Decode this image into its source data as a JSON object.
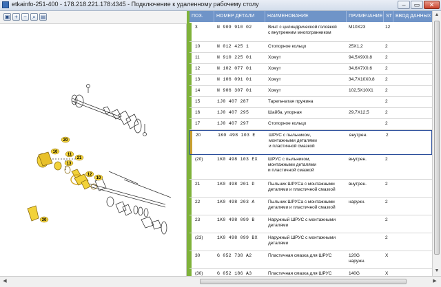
{
  "window": {
    "title": "etkainfo-251-400 - 178.218.221.178:4345 - Подключение к удаленному рабочему столу"
  },
  "table": {
    "headers": {
      "pos": "ПОЗ.",
      "part": "НОМЕР ДЕТАЛИ",
      "name": "НАИМЕНОВАНИЕ",
      "note": "ПРИМЕЧАНИЕ",
      "st": "ST",
      "input": "ВВОД ДАННЫХ"
    },
    "rows": [
      {
        "pos": "3",
        "part": "N  909 910 02",
        "name": "Винт с цилиндрической головкой\nс внутренним многогранником",
        "note": "M10X23",
        "st": "12"
      },
      {
        "pos": "10",
        "part": "N  012 425 1",
        "name": "Стопорное кольцо",
        "note": "25X1,2",
        "st": "2"
      },
      {
        "pos": "11",
        "part": "N  910 225 01",
        "name": "Хомут",
        "note": "94,5X9X0,8",
        "st": "2"
      },
      {
        "pos": "12",
        "part": "N  102 077 01",
        "name": "Хомут",
        "note": "34,6X7X0,6",
        "st": "2"
      },
      {
        "pos": "13",
        "part": "N  106 091 01",
        "name": "Хомут",
        "note": "34,7X10X0,8",
        "st": "2"
      },
      {
        "pos": "14",
        "part": "N  906 307 01",
        "name": "Хомут",
        "note": "102,5X10X1",
        "st": "2"
      },
      {
        "pos": "15",
        "part": "1J0 407 287",
        "name": "Тарельчатая пружина",
        "note": "",
        "st": "2"
      },
      {
        "pos": "16",
        "part": "1J0 407 295",
        "name": "Шайба, упорная",
        "note": "29,7X12,5",
        "st": "2"
      },
      {
        "pos": "17",
        "part": "1J0 407 297",
        "name": "Стопорное кольцо",
        "note": "",
        "st": "2"
      },
      {
        "pos": "20",
        "part": "1K0 498 103 E",
        "name": "ШРУС с пыльником,\nмонтажными деталями\nи пластичной смазкой",
        "note": "внутрен.",
        "st": "2"
      },
      {
        "pos": "(20)",
        "part": "1K0 498 103 EX",
        "name": "ШРУС с пыльником,\nмонтажными деталями\nи пластичной смазкой",
        "note": "внутрен.",
        "st": "2"
      },
      {
        "pos": "21",
        "part": "1K0 498 201 D",
        "name": "Пыльник ШРУСа с монтажными\nдеталями и пластичной смазкой",
        "note": "внутрен.",
        "st": "2"
      },
      {
        "pos": "22",
        "part": "1K0 498 203 A",
        "name": "Пыльник ШРУСа с монтажными\nдеталями и пластичной смазкой",
        "note": "наружн.",
        "st": "2"
      },
      {
        "pos": "23",
        "part": "1K0 498 099 B",
        "name": "Наружный ШРУС с монтажными\nдеталями",
        "note": "",
        "st": "2"
      },
      {
        "pos": "(23)",
        "part": "1K0 498 099 BX",
        "name": "Наружный ШРУС с монтажными\nдеталями",
        "note": "",
        "st": "2"
      },
      {
        "pos": "30",
        "part": "G  052 738 A2",
        "name": "Пластичная смазка для ШРУС",
        "note": "120G\nнаружн.",
        "st": "X"
      },
      {
        "pos": "(30)",
        "part": "G  052 186 A3",
        "name": "Пластичная смазка для ШРУС",
        "note": "140G",
        "st": "X"
      }
    ]
  },
  "diagram": {
    "callouts": [
      "20",
      "10",
      "11",
      "13",
      "21",
      "12",
      "10",
      "30"
    ]
  },
  "colors": {
    "header": "#6f94c8",
    "divider": "#7fb23a",
    "marker": "#c9a030",
    "callout": "#f2d23a"
  }
}
